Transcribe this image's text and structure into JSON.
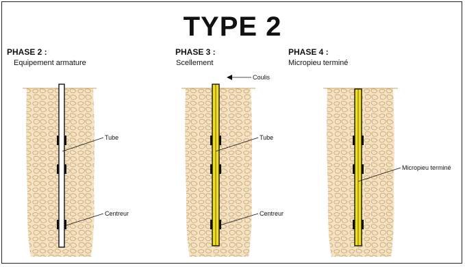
{
  "title": "TYPE 2",
  "phases": [
    {
      "label": "PHASE 2 :",
      "subtitle": "Equipement armature"
    },
    {
      "label": "PHASE 3 :",
      "subtitle": "Scellement"
    },
    {
      "label": "PHASE 4 :",
      "subtitle": "Micropieu terminé"
    }
  ],
  "callouts": {
    "tube": "Tube",
    "centreur": "Centreur",
    "coulis": "Coulis",
    "micropieu": "Micropieu terminé"
  },
  "colors": {
    "soil": "#e8c79a",
    "soil_line": "#c9a36a",
    "grout": "#f2e020",
    "tube_fill": "#ffffff",
    "ink": "#111111"
  }
}
